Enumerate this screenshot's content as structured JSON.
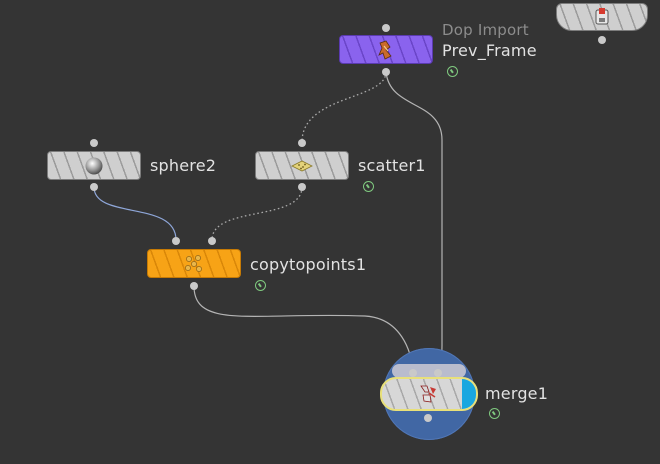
{
  "network": {
    "nodes": [
      {
        "id": "dopimport",
        "type_label": "Dop Import",
        "name": "Prev_Frame",
        "color": "#8a63ee",
        "icon": "dop-import-icon"
      },
      {
        "id": "sphere2",
        "name": "sphere2",
        "color": "#cfcfcf",
        "icon": "sphere-icon"
      },
      {
        "id": "scatter1",
        "name": "scatter1",
        "color": "#cfcfcf",
        "icon": "scatter-icon"
      },
      {
        "id": "copytopoints1",
        "name": "copytopoints1",
        "color": "#f7a316",
        "icon": "copy-to-points-icon"
      },
      {
        "id": "merge1",
        "name": "merge1",
        "color": "#4167a4",
        "icon": "merge-icon"
      },
      {
        "id": "unnamed",
        "name": "",
        "color": "#cfcfcf",
        "icon": "output-icon"
      }
    ],
    "wire_color": "#b9b9b9",
    "selected_wire_color": "#8ea6d8",
    "highlight_color": "#e8e07a",
    "cap_color": "#1aa7e0",
    "flag_color": "#7fc97f"
  }
}
